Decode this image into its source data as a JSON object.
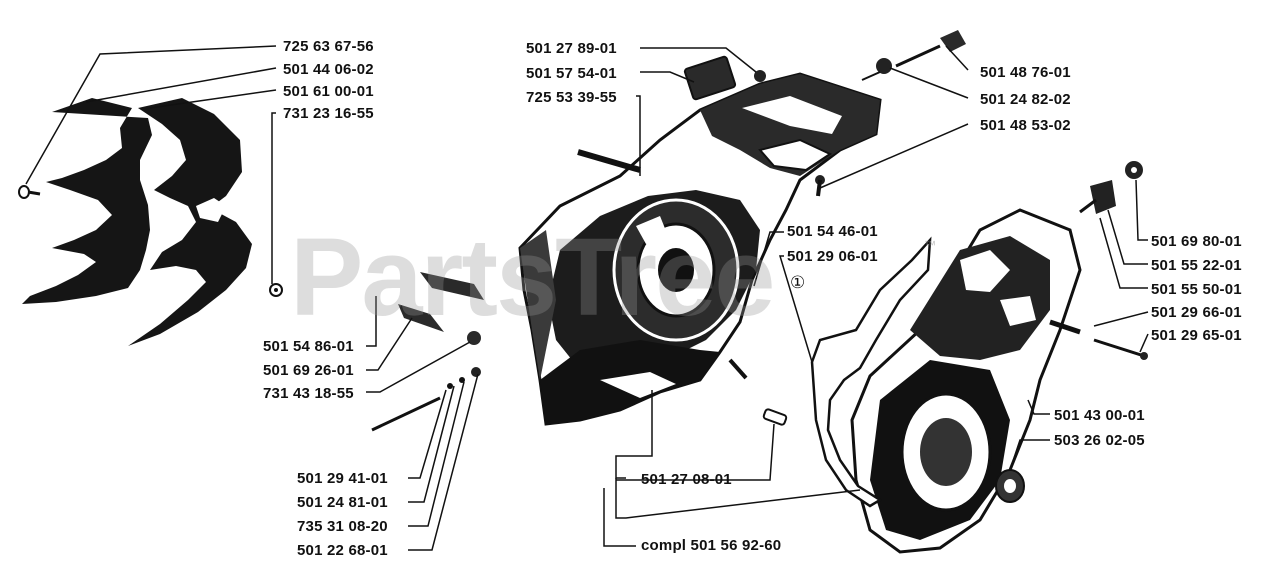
{
  "watermark": "PartsTree",
  "watermark_tm": "™",
  "reference_mark": "①",
  "labels": {
    "p725636756": "725 63 67-56",
    "p501440602": "501 44 06-02",
    "p501610001": "501 61 00-01",
    "p731231655": "731 23 16-55",
    "p501278901": "501 27 89-01",
    "p501575401": "501 57 54-01",
    "p725533955": "725 53 39-55",
    "p501487601": "501 48 76-01",
    "p501248202": "501 24 82-02",
    "p501485302": "501 48 53-02",
    "p501544601": "501 54 46-01",
    "p501290601": "501 29 06-01",
    "p501698001": "501 69 80-01",
    "p501552201": "501 55 22-01",
    "p501555001": "501 55 50-01",
    "p501296601": "501 29 66-01",
    "p501296501": "501 29 65-01",
    "p501548601": "501 54 86-01",
    "p501692601": "501 69 26-01",
    "p731431855": "731 43 18-55",
    "p501430001": "501 43 00-01",
    "p503260205": "503 26 02-05",
    "p501294101": "501 29 41-01",
    "p501248101": "501 24 81-01",
    "p735310820": "735 31 08-20",
    "p501226801": "501 22 68-01",
    "p501270801": "501 27 08-01",
    "compl": "compl 501 56 92-60"
  }
}
